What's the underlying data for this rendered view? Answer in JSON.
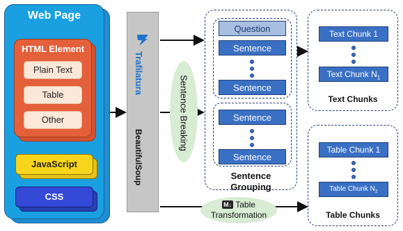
{
  "web_page": {
    "title": "Web Page",
    "html_element": {
      "title": "HTML Element",
      "items": [
        "Plain Text",
        "Table",
        "Other"
      ]
    },
    "javascript": "JavaScript",
    "css": "CSS"
  },
  "tools": {
    "trafilatura": "Trafilatura",
    "beautifulsoup": "BeautifulSoup"
  },
  "sentence_breaking": "Sentence Breaking",
  "sentence_grouping": {
    "question": "Question",
    "sentence": "Sentence",
    "label_line1": "Sentence",
    "label_line2": "Grouping"
  },
  "text_chunks": {
    "first": "Text Chunk 1",
    "last_prefix": "Text Chunk N",
    "last_sub": "1",
    "label": "Text Chunks"
  },
  "table_chunks": {
    "first": "Table Chunk 1",
    "last_prefix": "Table Chunk N",
    "last_sub": "2",
    "label": "Table Chunks"
  },
  "table_transformation": {
    "icon_text": "M↓",
    "line1": "Table",
    "line2": "Transformation"
  },
  "colors": {
    "web_page_blue": "#1aa0e0",
    "html_orange": "#e3603a",
    "js_yellow": "#f7d51d",
    "css_blue": "#3449d6",
    "sentence_blue": "#3a70c4",
    "ellipse_green": "#d8ecd4"
  }
}
